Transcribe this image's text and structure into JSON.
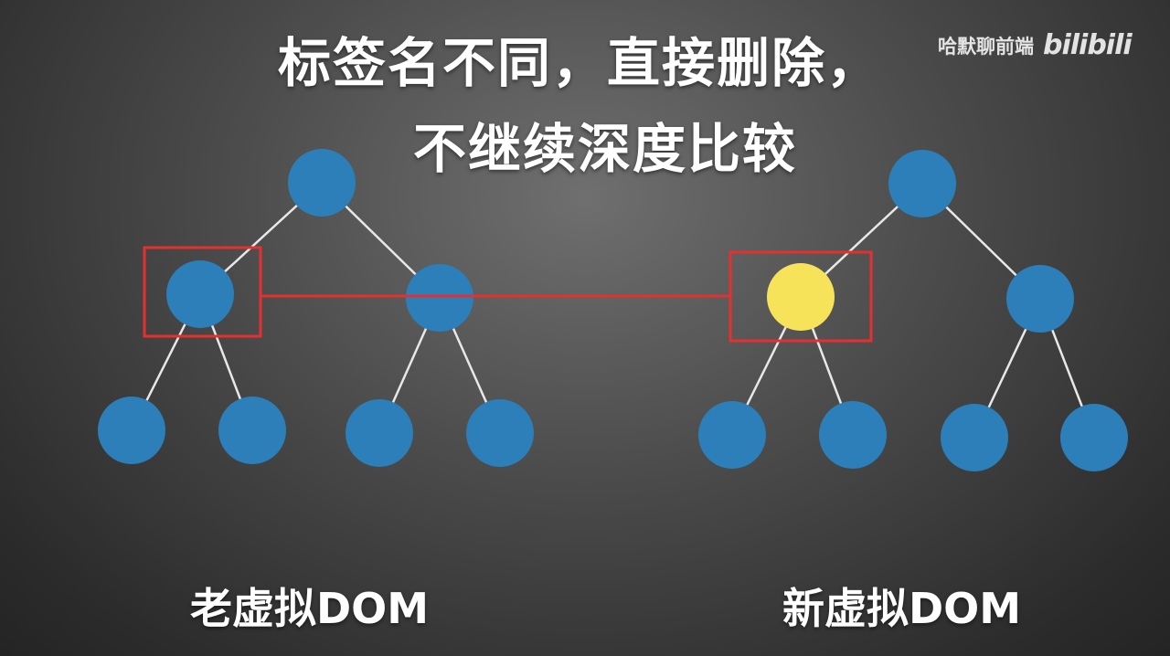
{
  "title": {
    "line1": "标签名不同，直接删除，",
    "line2": "不继续深度比较"
  },
  "watermark": {
    "channel": "哈默聊前端",
    "logo": "bilibili"
  },
  "trees": {
    "old_label": "老虚拟DOM",
    "new_label": "新虚拟DOM"
  },
  "colors": {
    "node": "#2c7fb8",
    "changed_node": "#f7e35a",
    "edge": "#e8e8e8",
    "highlight": "#e53030"
  }
}
